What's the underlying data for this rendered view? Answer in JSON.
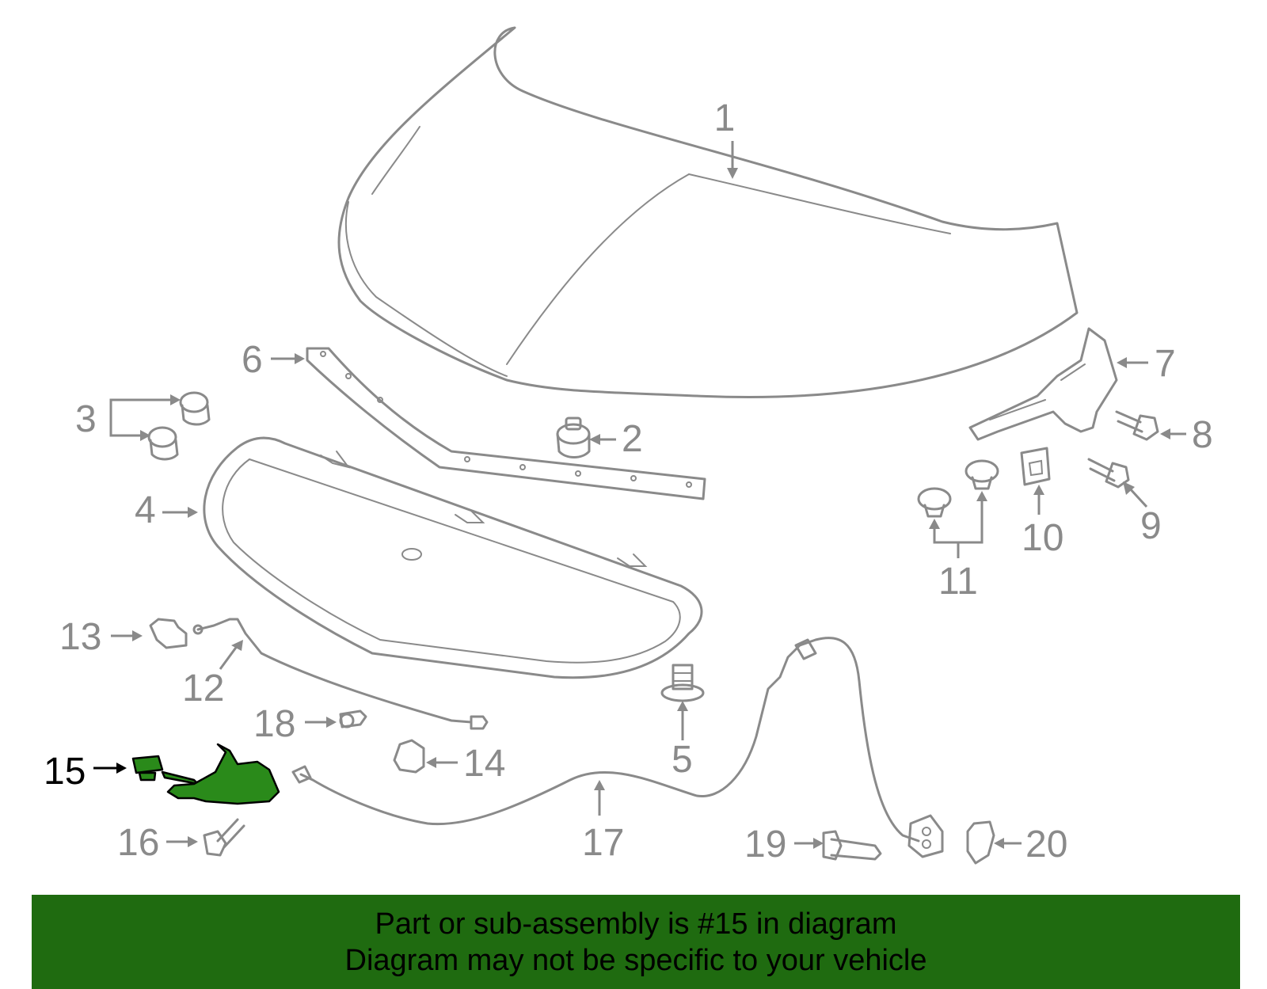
{
  "diagram": {
    "title": "",
    "highlighted_part": "15",
    "highlight_color": "#2a8a1a",
    "banner_color": "#1f6b10",
    "callouts": [
      "1",
      "2",
      "3",
      "4",
      "5",
      "6",
      "7",
      "8",
      "9",
      "10",
      "11",
      "12",
      "13",
      "14",
      "15",
      "16",
      "17",
      "18",
      "19",
      "20"
    ]
  },
  "banner": {
    "line1": "Part or sub-assembly is #15 in diagram",
    "line2": "Diagram may not be specific to your vehicle"
  }
}
